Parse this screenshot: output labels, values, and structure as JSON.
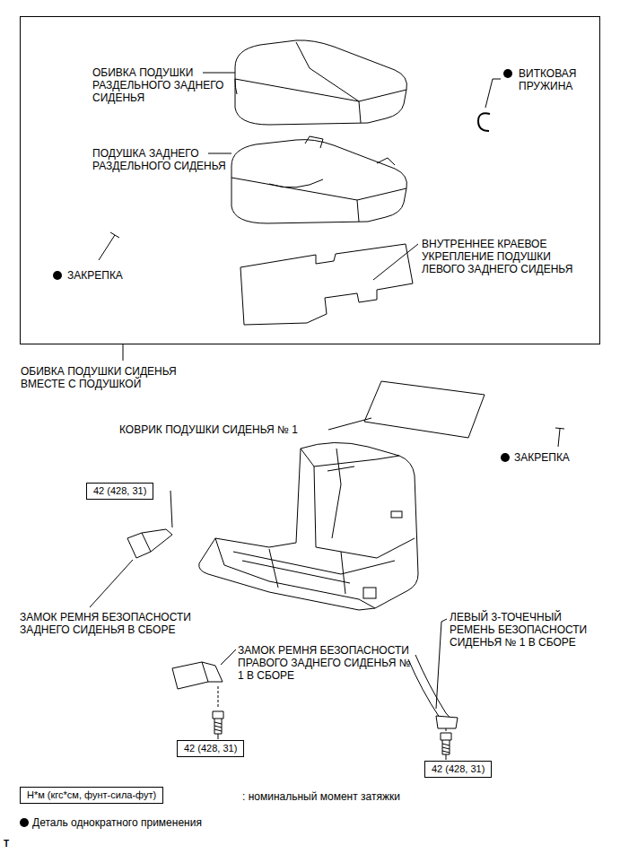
{
  "diagram": {
    "nodes": [
      {
        "text": [
          "ОБИВКА ПОДУШКИ СИДЕНЬЯ ВМЕСТЕ С ПОДУШКОЙ"
        ]
      },
      {
        "text": [
          "42 (428, 31)"
        ]
      },
      {
        "text": [
          "42 (428, 31)"
        ]
      },
      {
        "text": [
          "42 (428, 31)"
        ]
      },
      {
        "text": [
          "Н*м (кгс*см, фунт-сила-фут)"
        ]
      }
    ],
    "labels": [
      "ОБИВКА ПОДУШКИ РАЗДЕЛЬНОГО ЗАДНЕГО СИДЕНЬЯ",
      "ВИТКОВАЯ ПРУЖИНА",
      "ПОДУШКА ЗАДНЕГО РАЗДЕЛЬНОГО СИДЕНЬЯ",
      "ЗАКРЕПКА",
      "ВНУТРЕННЕЕ КРАЕВОЕ УКРЕПЛЕНИЕ ПОДУШКИ ЛЕВОГО ЗАДНЕГО СИДЕНЬЯ",
      "КОВРИК ПОДУШКИ СИДЕНЬЯ № 1",
      "ЗАКРЕПКА",
      "ЗАМОК РЕМНЯ БЕЗОПАСНОСТИ ЗАДНЕГО СИДЕНЬЯ В СБОРЕ",
      "ЗАМОК РЕМНЯ БЕЗОПАСНОСТИ ПРАВОГО ЗАДНЕГО СИДЕНЬЯ № 1 В СБОРЕ",
      "ЛЕВЫЙ 3-ТОЧЕЧНЫЙ РЕМЕНЬ БЕЗОПАСНОСТИ СИДЕНЬЯ № 1 В СБОРЕ",
      ": номинальный момент затяжки",
      "T"
    ],
    "legend": [
      {
        "text": "Деталь однократного применения"
      }
    ]
  }
}
